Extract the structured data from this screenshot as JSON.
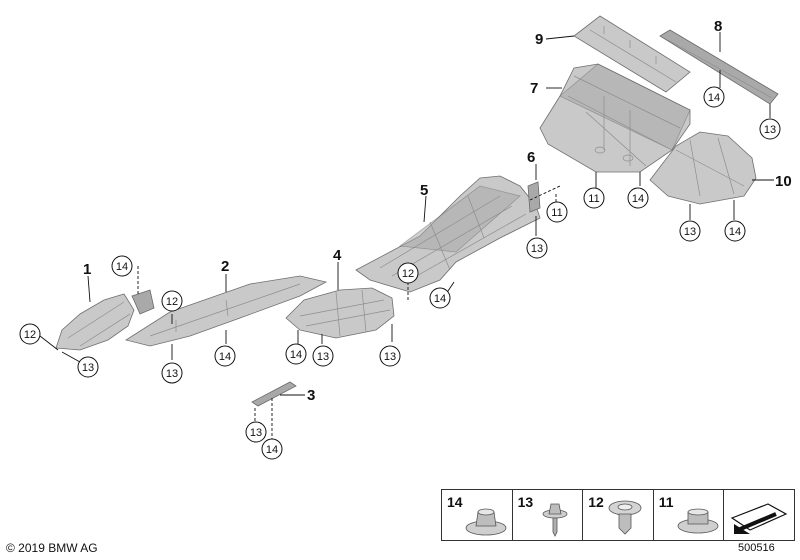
{
  "parts": {
    "p1": "1",
    "p2": "2",
    "p3": "3",
    "p4": "4",
    "p5": "5",
    "p6": "6",
    "p7": "7",
    "p8": "8",
    "p9": "9",
    "p10": "10"
  },
  "callouts": {
    "c11": "11",
    "c12": "12",
    "c13": "13",
    "c14": "14"
  },
  "legend": {
    "l14": "14",
    "l13": "13",
    "l12": "12",
    "l11": "11"
  },
  "footer": {
    "copyright": "© 2019 BMW AG",
    "diagram_number": "500516"
  }
}
